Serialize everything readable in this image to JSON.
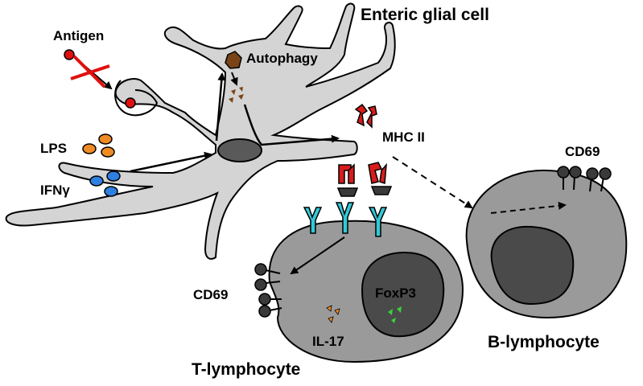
{
  "labels": {
    "enteric_glial_cell": "Enteric glial cell",
    "antigen": "Antigen",
    "autophagy": "Autophagy",
    "lps": "LPS",
    "ifn_gamma": "IFNγ",
    "mhc_ii": "MHC II",
    "cd69_b": "CD69",
    "cd69_t": "CD69",
    "foxp3": "FoxP3",
    "il17": "IL-17",
    "t_lymphocyte": "T-lymphocyte",
    "b_lymphocyte": "B-lymphocyte"
  },
  "colors": {
    "glial_cell": "#d4d4d4",
    "nucleus_glial": "#595959",
    "lymphocyte_body": "#9a9a9a",
    "lymphocyte_nucleus": "#4a4a4a",
    "antigen": "#e01010",
    "lps": "#f08a24",
    "ifn_gamma": "#2d7fe0",
    "mhc_ii": "#d81c1c",
    "tcr": "#35c8d6",
    "autophagosome": "#7a4416",
    "foxp3_dots": "#3ad13a",
    "il17_dots": "#f08a24"
  }
}
